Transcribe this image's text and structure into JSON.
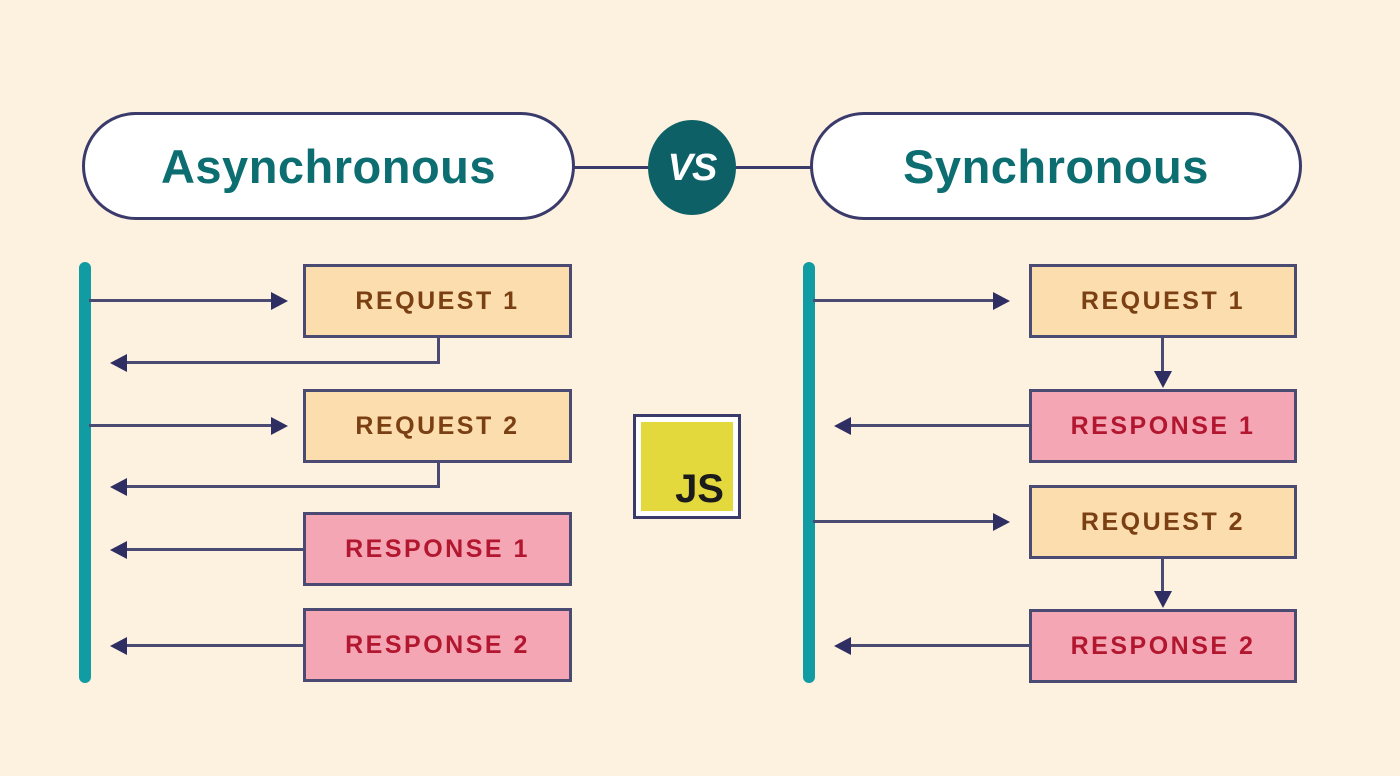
{
  "background_color": "#fdf1e0",
  "palette": {
    "teal": "#119ba3",
    "teal_dark": "#0d6166",
    "title_text": "#0d6e72",
    "navy": "#3b3b6b",
    "arrow": "#4a4a73",
    "request_fill": "#fbddae",
    "request_text": "#7a3f12",
    "response_fill": "#f5a6b4",
    "response_text": "#b2172f",
    "js_yellow": "#e4d93c"
  },
  "header": {
    "left_title": "Asynchronous",
    "right_title": "Synchronous",
    "vs_badge": "VS"
  },
  "center_logo": {
    "label": "JS",
    "icon": "javascript-logo-icon"
  },
  "columns": [
    {
      "id": "asynchronous",
      "title": "Asynchronous",
      "timeline_label": "client-timeline",
      "messages": [
        {
          "label": "REQUEST 1",
          "kind": "request",
          "direction": "outgoing"
        },
        {
          "label": "REQUEST 2",
          "kind": "request",
          "direction": "outgoing"
        },
        {
          "label": "RESPONSE 1",
          "kind": "response",
          "direction": "incoming"
        },
        {
          "label": "RESPONSE 2",
          "kind": "response",
          "direction": "incoming"
        }
      ]
    },
    {
      "id": "synchronous",
      "title": "Synchronous",
      "timeline_label": "client-timeline",
      "messages": [
        {
          "label": "REQUEST 1",
          "kind": "request",
          "direction": "outgoing"
        },
        {
          "label": "RESPONSE 1",
          "kind": "response",
          "direction": "incoming"
        },
        {
          "label": "REQUEST 2",
          "kind": "request",
          "direction": "outgoing"
        },
        {
          "label": "RESPONSE 2",
          "kind": "response",
          "direction": "incoming"
        }
      ]
    }
  ]
}
